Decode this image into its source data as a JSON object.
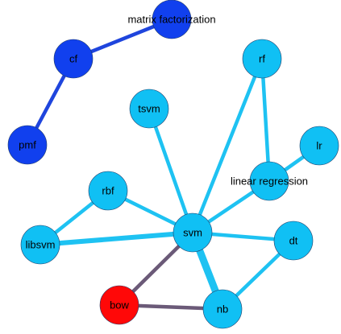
{
  "colors": {
    "dark_blue": "#1140ee",
    "light_blue": "#10c0f4",
    "red": "#ff0808",
    "edge_dark_blue": "#1f45dd",
    "edge_light_blue": "#1ec2f2",
    "edge_purple": "#6b5a78"
  },
  "nodes": [
    {
      "id": "matrix_factorization",
      "label": "matrix factorization",
      "color": "dark_blue"
    },
    {
      "id": "cf",
      "label": "cf",
      "color": "dark_blue"
    },
    {
      "id": "pmf",
      "label": "pmf",
      "color": "dark_blue"
    },
    {
      "id": "rf",
      "label": "rf",
      "color": "light_blue"
    },
    {
      "id": "tsvm",
      "label": "tsvm",
      "color": "light_blue"
    },
    {
      "id": "lr",
      "label": "lr",
      "color": "light_blue"
    },
    {
      "id": "linear_regression",
      "label": "linear regression",
      "color": "light_blue"
    },
    {
      "id": "rbf",
      "label": "rbf",
      "color": "light_blue"
    },
    {
      "id": "svm",
      "label": "svm",
      "color": "light_blue"
    },
    {
      "id": "libsvm",
      "label": "libsvm",
      "color": "light_blue"
    },
    {
      "id": "dt",
      "label": "dt",
      "color": "light_blue"
    },
    {
      "id": "bow",
      "label": "bow",
      "color": "red"
    },
    {
      "id": "nb",
      "label": "nb",
      "color": "light_blue"
    }
  ],
  "edges": [
    {
      "source": "matrix_factorization",
      "target": "cf",
      "weight": 2,
      "color": "edge_dark_blue"
    },
    {
      "source": "cf",
      "target": "pmf",
      "weight": 2,
      "color": "edge_dark_blue"
    },
    {
      "source": "rf",
      "target": "linear_regression",
      "weight": 2,
      "color": "edge_light_blue"
    },
    {
      "source": "rf",
      "target": "svm",
      "weight": 2,
      "color": "edge_light_blue"
    },
    {
      "source": "lr",
      "target": "linear_regression",
      "weight": 2,
      "color": "edge_light_blue"
    },
    {
      "source": "linear_regression",
      "target": "svm",
      "weight": 2,
      "color": "edge_light_blue"
    },
    {
      "source": "tsvm",
      "target": "svm",
      "weight": 2,
      "color": "edge_light_blue"
    },
    {
      "source": "rbf",
      "target": "svm",
      "weight": 2,
      "color": "edge_light_blue"
    },
    {
      "source": "rbf",
      "target": "libsvm",
      "weight": 2,
      "color": "edge_light_blue"
    },
    {
      "source": "libsvm",
      "target": "svm",
      "weight": 3,
      "color": "edge_light_blue"
    },
    {
      "source": "svm",
      "target": "dt",
      "weight": 2,
      "color": "edge_light_blue"
    },
    {
      "source": "svm",
      "target": "nb",
      "weight": 4,
      "color": "edge_light_blue"
    },
    {
      "source": "dt",
      "target": "nb",
      "weight": 2,
      "color": "edge_light_blue"
    },
    {
      "source": "svm",
      "target": "bow",
      "weight": 2,
      "color": "edge_purple"
    },
    {
      "source": "bow",
      "target": "nb",
      "weight": 2,
      "color": "edge_purple"
    }
  ]
}
